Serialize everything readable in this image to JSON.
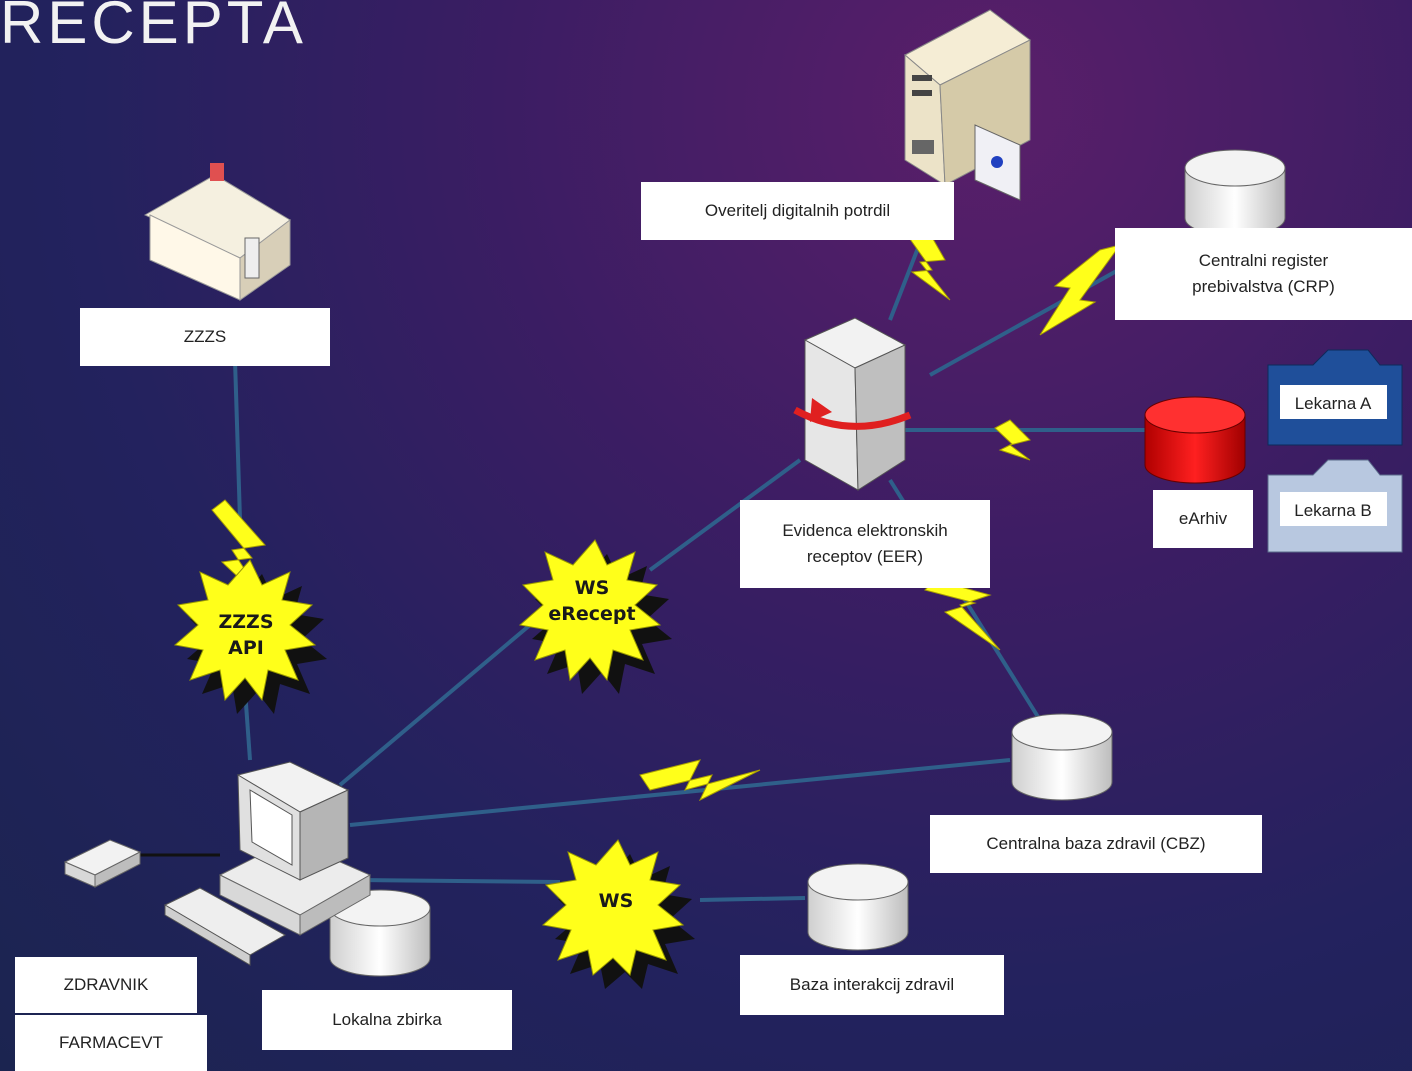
{
  "title": "RECEPTA",
  "nodes": {
    "zzzs": "ZZZS",
    "overitelj": "Overitelj digitalnih potrdil",
    "crp_line1": "Centralni register",
    "crp_line2": "prebivalstva (CRP)",
    "eer_line1": "Evidenca elektronskih",
    "eer_line2": "receptov (EER)",
    "earhiv": "eArhiv",
    "lekarna_a": "Lekarna A",
    "lekarna_b": "Lekarna B",
    "cbz": "Centralna baza zdravil (CBZ)",
    "baza_interakcij": "Baza interakcij zdravil",
    "lokalna": "Lokalna zbirka",
    "zdravnik": "ZDRAVNIK",
    "farmacevt": "FARMACEVT"
  },
  "interfaces": {
    "zzzs_api_line1": "ZZZS",
    "zzzs_api_line2": "API",
    "ws_erecept_line1": "WS",
    "ws_erecept_line2": "eRecept",
    "ws": "WS"
  },
  "colors": {
    "lightning": "#ffff1a",
    "link": "#2f5f8a",
    "earhiv_db": "#e00000",
    "folder_a": "#1f4f9a",
    "folder_b": "#b8c8e0"
  }
}
